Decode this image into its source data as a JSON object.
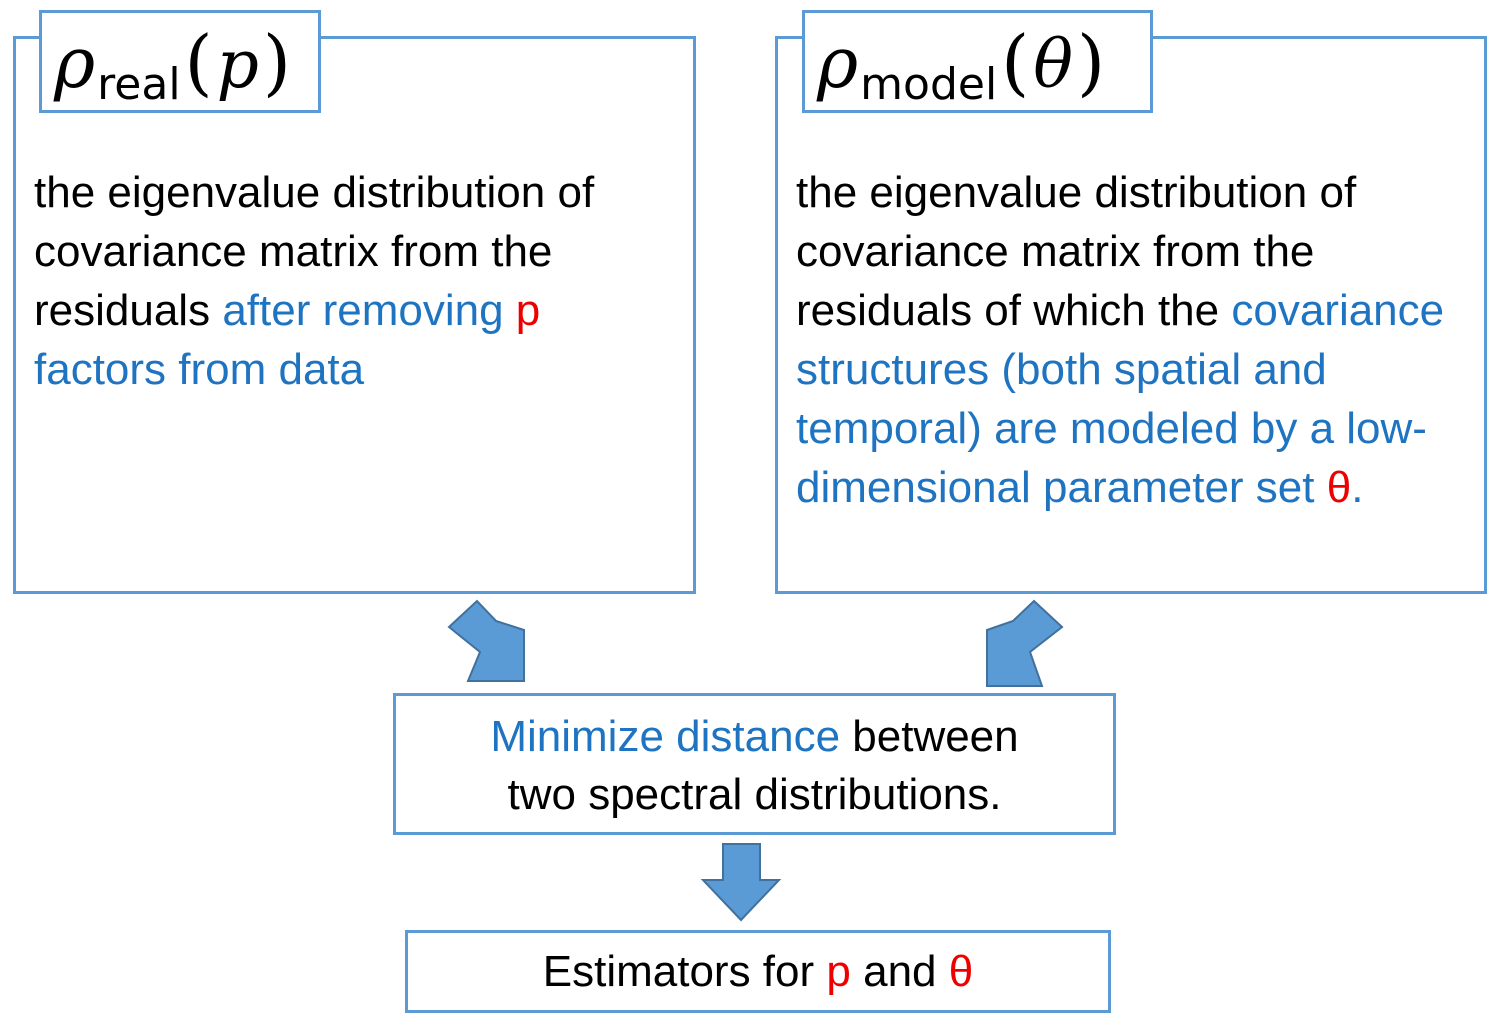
{
  "left_box": {
    "title": {
      "symbol": "ρ",
      "subscript": "real",
      "open_paren": "(",
      "argument": "p",
      "close_paren": ")"
    },
    "text": {
      "part1": "the eigenvalue distribution of covariance matrix from the residuals ",
      "part2_highlight": "after removing ",
      "part3_var": "p",
      "part4_highlight": " factors from data"
    }
  },
  "right_box": {
    "title": {
      "symbol": "ρ",
      "subscript": "model",
      "open_paren": "(",
      "argument": "θ",
      "close_paren": ")"
    },
    "text": {
      "part1": "the eigenvalue distribution of covariance matrix from the residuals of which the ",
      "part2_highlight": "covariance structures (both spatial and temporal) are modeled by a low-dimensional parameter set ",
      "part3_var": "θ",
      "part4_highlight": "."
    }
  },
  "middle_box": {
    "highlight": "Minimize distance",
    "rest": " between two spectral distributions."
  },
  "bottom_box": {
    "prefix": "Estimators for ",
    "var1": "p",
    "middle": " and ",
    "var2": "θ"
  },
  "colors": {
    "border": "#5b9bd5",
    "arrow_fill": "#5b9bd5",
    "arrow_stroke": "#41719c",
    "highlight_text": "#1f74c1",
    "variable_text": "#ee0000"
  }
}
